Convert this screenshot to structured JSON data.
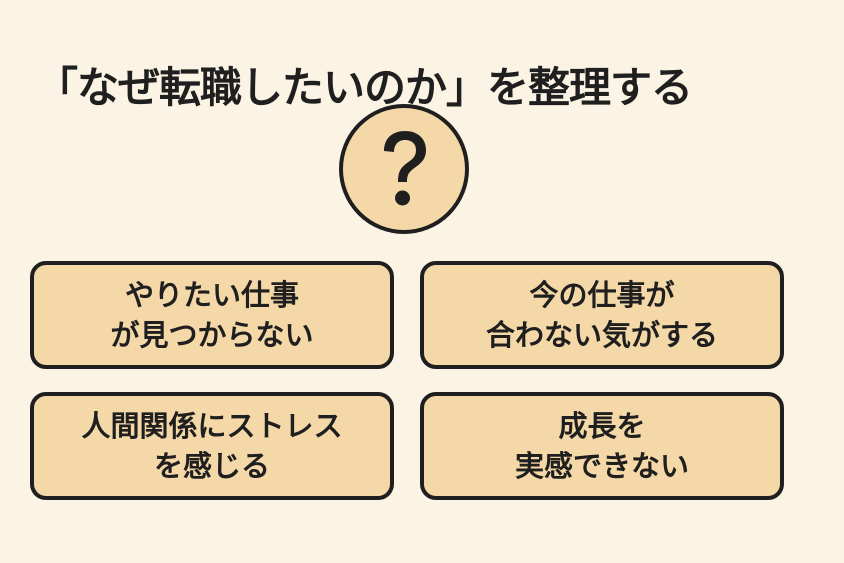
{
  "title": "「なぜ転職したいのか」を整理する",
  "center_icon": {
    "name": "question-mark-icon",
    "glyph": "?"
  },
  "colors": {
    "background": "#fbf3e4",
    "box_fill": "#f5d8a8",
    "stroke": "#1f1f1f",
    "text": "#1f1f1f"
  },
  "reasons": [
    {
      "line1": "やりたい仕事",
      "line2": "が見つからない"
    },
    {
      "line1": "今の仕事が",
      "line2": "合わない気がする"
    },
    {
      "line1": "人間関係にストレス",
      "line2": "を感じる"
    },
    {
      "line1": "成長を",
      "line2": "実感できない"
    }
  ]
}
